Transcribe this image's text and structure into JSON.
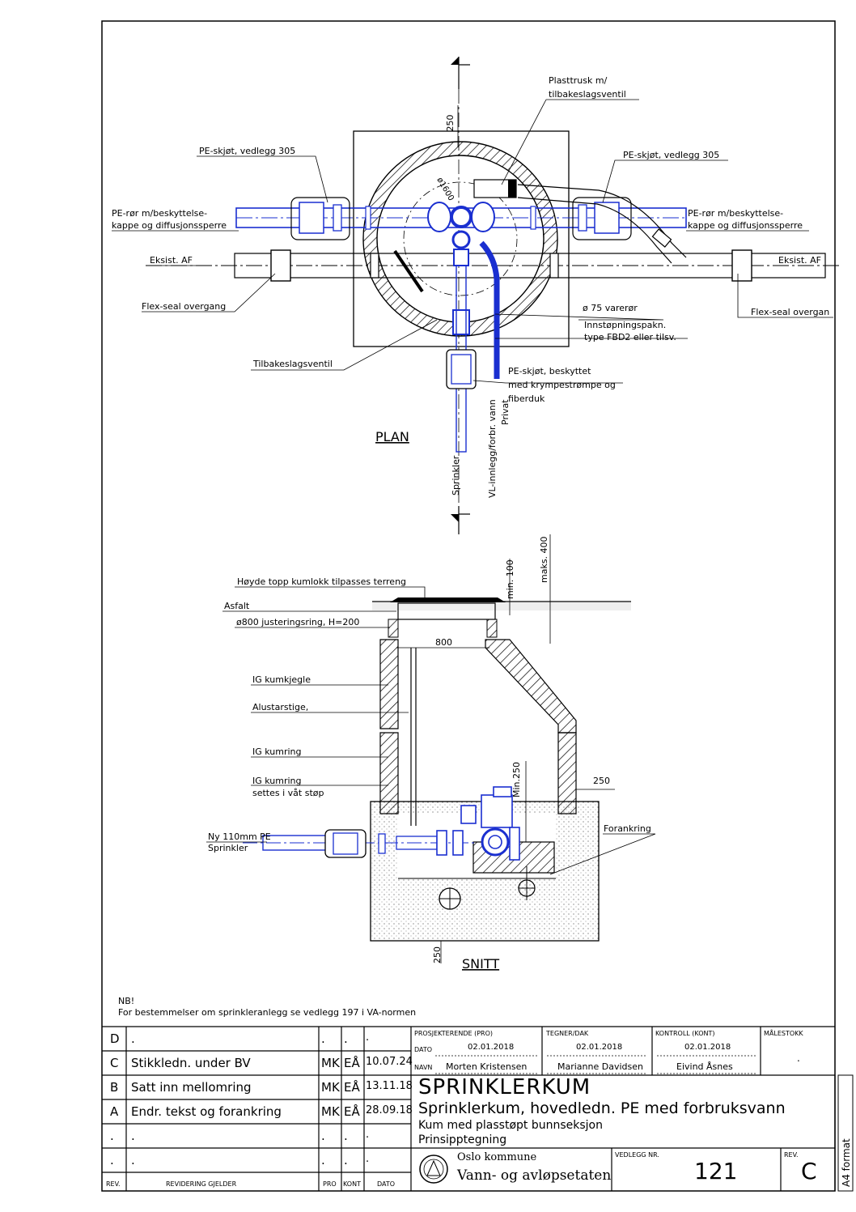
{
  "views": {
    "plan_title": "PLAN",
    "section_title": "SNITT"
  },
  "plan_labels": {
    "plasttrusk": [
      "Plasttrusk m/",
      "tilbakeslagsventil"
    ],
    "pe_skjot_left": "PE-skjøt, vedlegg 305",
    "pe_skjot_right": "PE-skjøt, vedlegg 305",
    "pe_ror_left": [
      "PE-rør m/beskyttelse-",
      "kappe og diffusjonssperre"
    ],
    "pe_ror_right": [
      "PE-rør m/beskyttelse-",
      "kappe og diffusjonssperre"
    ],
    "eksist_af_left": "Eksist. AF",
    "eksist_af_right": "Eksist. AF",
    "flexseal_left": "Flex-seal overgang",
    "flexseal_right": "Flex-seal overgan",
    "vareror": "ø 75 varerør",
    "innstopning": [
      "Innstøpningspakn.",
      "type FBD2 eller tilsv."
    ],
    "tilbakeslag": "Tilbakeslagsventil",
    "pe_skjot_beskyttet": [
      "PE-skjøt, beskyttet",
      "med krympestrømpe og",
      "fiberduk"
    ],
    "privat": "Privat",
    "vl_innlegg": "VL-innlegg/forbr. vann",
    "sprinkler": "Sprinkler",
    "dim_250_top": "250",
    "dim_diam": "ø1600"
  },
  "section_labels": {
    "hoyde_topp": "Høyde topp kumlokk tilpasses terreng",
    "asfalt": "Asfalt",
    "justeringsring": "ø800 justeringsring, H=200",
    "kumkjegle": "IG kumkjegle",
    "alustige": "Alustarstige,",
    "kumring": "IG kumring",
    "kumring_vaat": [
      "IG kumring",
      "settes i våt støp"
    ],
    "ny_pe": [
      "Ny 110mm PE",
      "Sprinkler"
    ],
    "forankring": "Forankring",
    "dim_800": "800",
    "dim_min100": "min. 100",
    "dim_maks400": "maks. 400",
    "dim_min250": "Min.250",
    "dim_250_side": "250",
    "dim_250_bottom": "250"
  },
  "notes": {
    "nb": "NB!",
    "text": "For bestemmelser om sprinkleranlegg se vedlegg 197 i VA-normen"
  },
  "revisions": {
    "header": {
      "rev": "REV.",
      "desc": "REVIDERING GJELDER",
      "pro": "PRO",
      "kont": "KONT",
      "dato": "DATO"
    },
    "rows": [
      {
        "rev": "D",
        "desc": ".",
        "pro": ".",
        "kont": ".",
        "dato": "."
      },
      {
        "rev": "C",
        "desc": "Stikkledn. under BV",
        "pro": "MK",
        "kont": "EÅ",
        "dato": "10.07.24"
      },
      {
        "rev": "B",
        "desc": "Satt inn mellomring",
        "pro": "MK",
        "kont": "EÅ",
        "dato": "13.11.18"
      },
      {
        "rev": "A",
        "desc": "Endr. tekst og forankring",
        "pro": "MK",
        "kont": "EÅ",
        "dato": "28.09.18"
      },
      {
        "rev": ".",
        "desc": ".",
        "pro": ".",
        "kont": ".",
        "dato": "."
      },
      {
        "rev": ".",
        "desc": ".",
        "pro": ".",
        "kont": ".",
        "dato": "."
      }
    ]
  },
  "title_block": {
    "pro_label": "PROSJEKTERENDE (PRO)",
    "tegner_label": "TEGNER/DAK",
    "kontroll_label": "KONTROLL (KONT)",
    "malestokk_label": "MÅLESTOKK",
    "dato_label": "DATO",
    "navn_label": "NAVN",
    "pro_date": "02.01.2018",
    "tegner_date": "02.01.2018",
    "kontroll_date": "02.01.2018",
    "pro_name": "Morten Kristensen",
    "tegner_name": "Marianne Davidsen",
    "kontroll_name": "Eivind Åsnes",
    "malestokk_value": ".",
    "title": "SPRINKLERKUM",
    "subtitle": "Sprinklerkum, hovedledn. PE med forbruksvann",
    "line3": "Kum med plasstøpt bunnseksjon",
    "line4": "Prinsipptegning",
    "org1": "Oslo kommune",
    "org2": "Vann- og avløpsetaten",
    "vedlegg_label": "VEDLEGG NR.",
    "vedlegg_nr": "121",
    "rev_label": "REV.",
    "rev_value": "C",
    "format": "A4 format"
  }
}
